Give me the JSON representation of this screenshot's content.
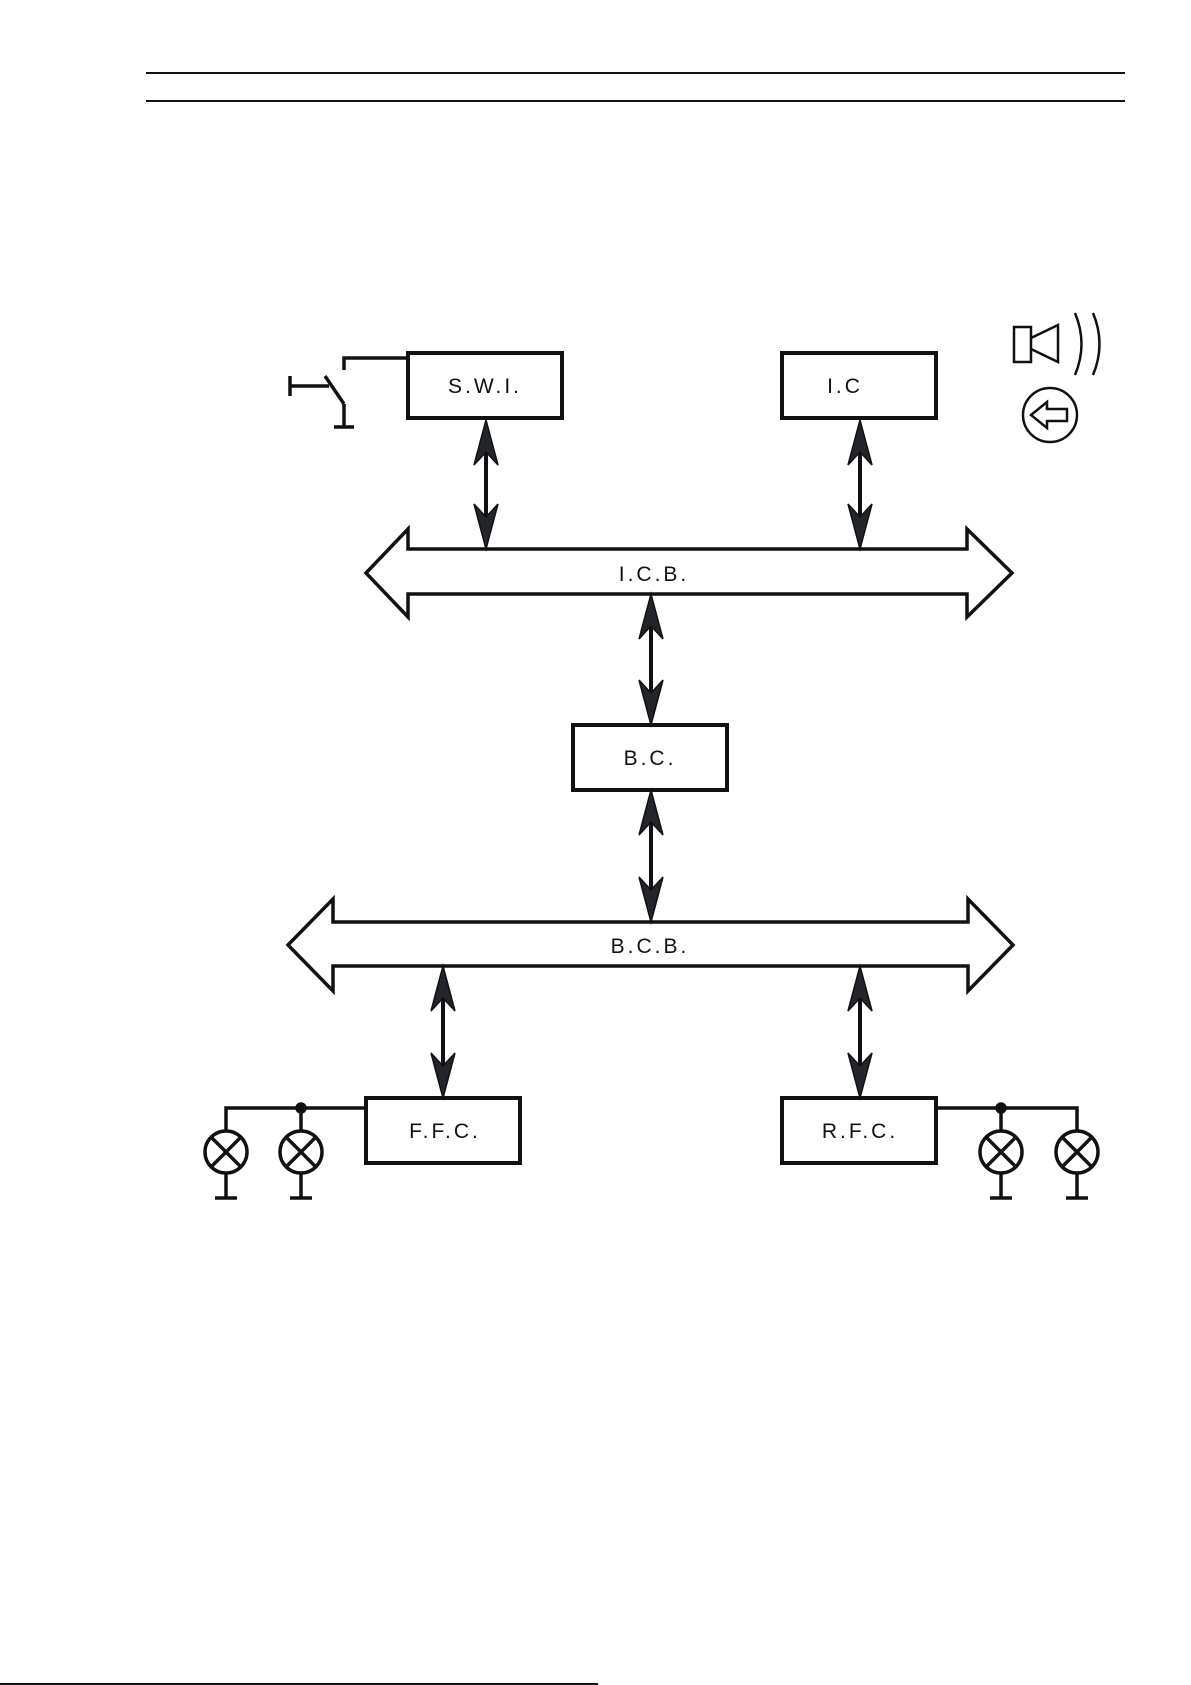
{
  "page": {
    "header_rules": 2,
    "footer_rule": true
  },
  "diagram": {
    "boxes": [
      {
        "id": "swi",
        "label": "S.W.I."
      },
      {
        "id": "ic",
        "label": "I.C"
      },
      {
        "id": "bc",
        "label": "B.C."
      },
      {
        "id": "ffc",
        "label": "F.F.C."
      },
      {
        "id": "rfc",
        "label": "R.F.C."
      }
    ],
    "buses": [
      {
        "id": "icb",
        "label": "I.C.B."
      },
      {
        "id": "bcb",
        "label": "B.C.B."
      }
    ],
    "connections": [
      {
        "from": "swi",
        "to": "icb",
        "type": "bidirectional"
      },
      {
        "from": "ic",
        "to": "icb",
        "type": "bidirectional"
      },
      {
        "from": "icb",
        "to": "bc",
        "type": "bidirectional"
      },
      {
        "from": "bc",
        "to": "bcb",
        "type": "bidirectional"
      },
      {
        "from": "bcb",
        "to": "ffc",
        "type": "bidirectional"
      },
      {
        "from": "bcb",
        "to": "rfc",
        "type": "bidirectional"
      }
    ],
    "symbols": [
      {
        "name": "switch-icon",
        "attached_to": "swi"
      },
      {
        "name": "horn-icon",
        "attached_to": "ic"
      },
      {
        "name": "turn-indicator-icon",
        "attached_to": "ic"
      },
      {
        "name": "lamp-icon",
        "attached_to": "ffc",
        "count": 2
      },
      {
        "name": "lamp-icon",
        "attached_to": "rfc",
        "count": 2
      }
    ]
  }
}
